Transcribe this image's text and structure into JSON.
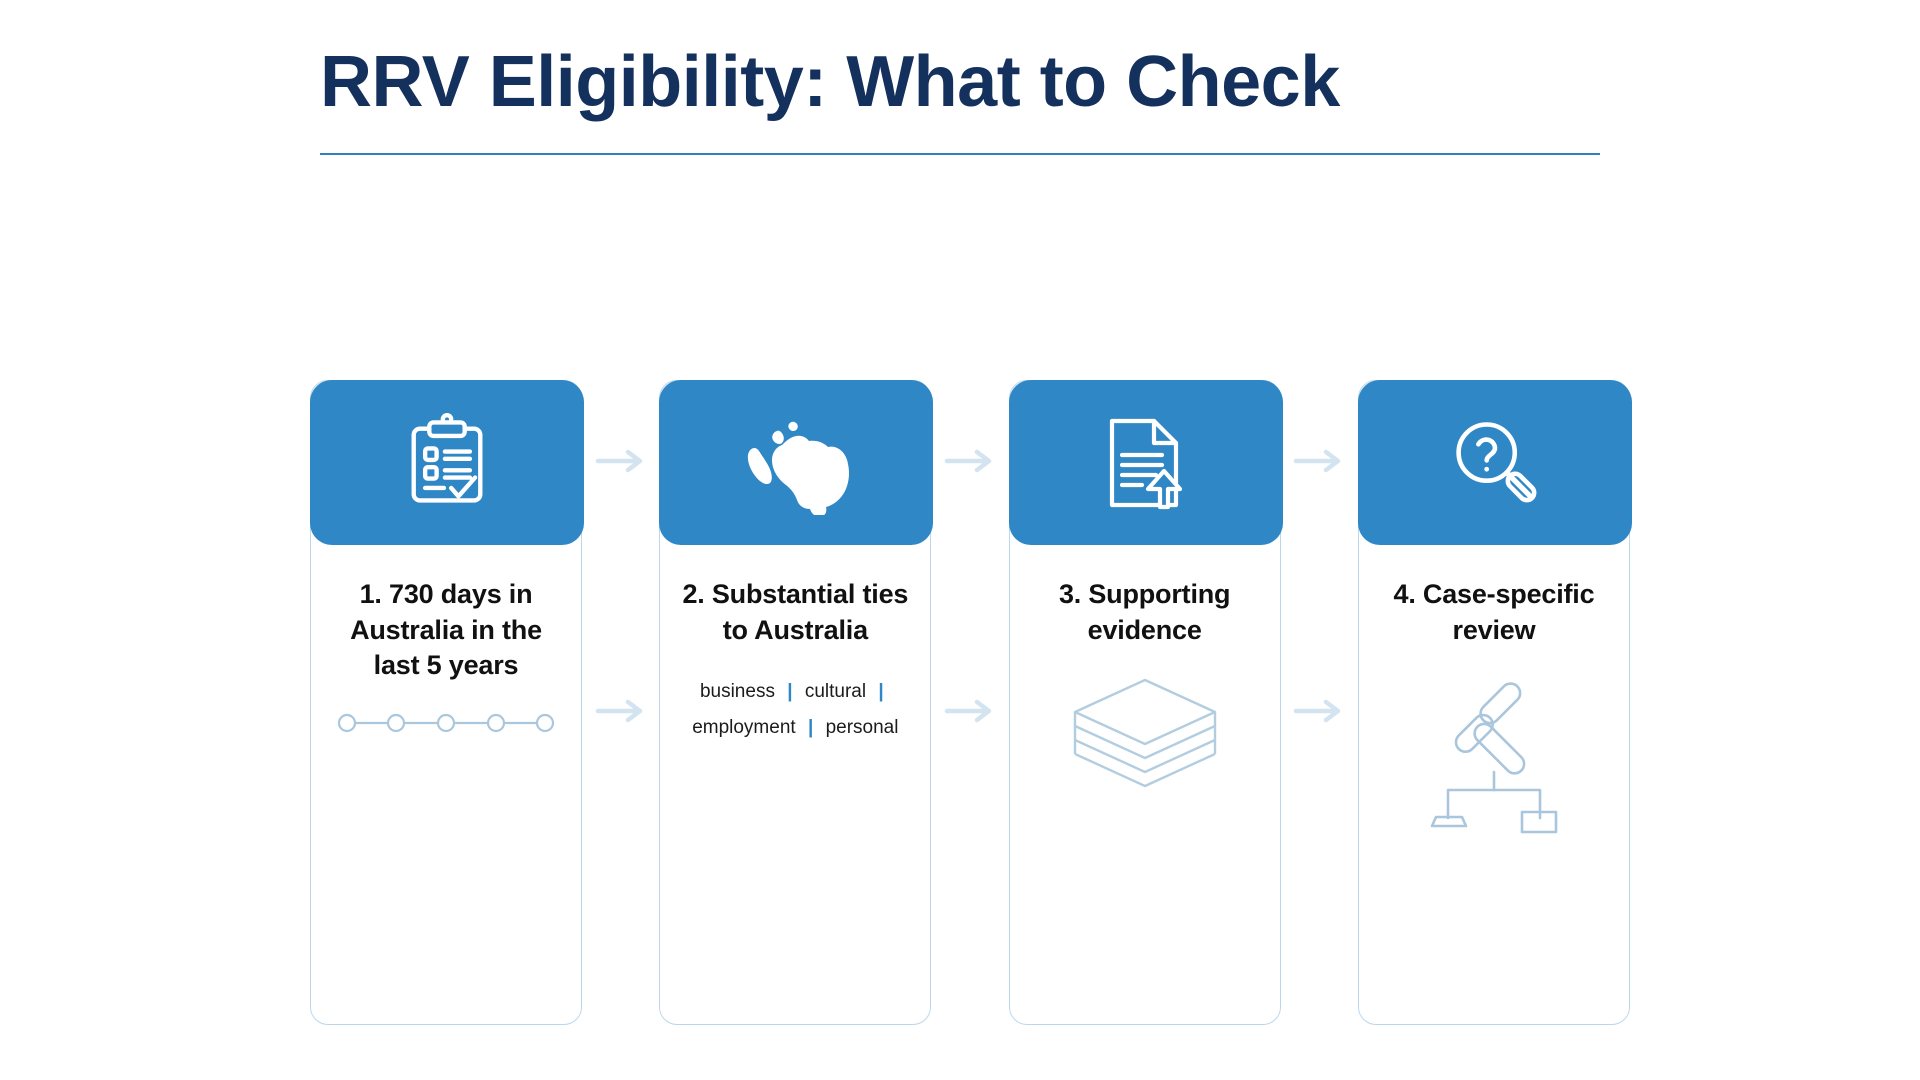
{
  "slide": {
    "title": "RRV Eligibility: What to Check",
    "accent_color": "#2f87c6",
    "title_color": "#14305c",
    "rule_color": "#2f7fc1",
    "background": "#ffffff"
  },
  "steps": [
    {
      "number": "1",
      "title": "1. 730 days in Australia in the last 5 years",
      "icon": "clipboard-checklist-icon",
      "extra_type": "dot-timeline",
      "dots": 5
    },
    {
      "number": "2",
      "title": "2. Substantial ties to Australia",
      "icon": "australia-map-icon",
      "extra_type": "tags",
      "tags": [
        "business",
        "cultural",
        "employment",
        "personal"
      ],
      "separator": "|"
    },
    {
      "number": "3",
      "title": "3. Supporting evidence",
      "icon": "document-upload-icon",
      "extra_type": "stacked-layers",
      "decor_icon": "stacked-papers-icon"
    },
    {
      "number": "4",
      "title": "4. Case-specific review",
      "icon": "magnifier-question-icon",
      "extra_type": "gavel",
      "decor_icon": "gavel-decision-tree-icon"
    }
  ],
  "connectors": [
    {
      "name": "arrow-1-to-2",
      "glyph": "arrow-right-icon"
    },
    {
      "name": "arrow-2-to-3",
      "glyph": "arrow-right-icon"
    },
    {
      "name": "arrow-3-to-4",
      "glyph": "arrow-right-icon"
    }
  ]
}
